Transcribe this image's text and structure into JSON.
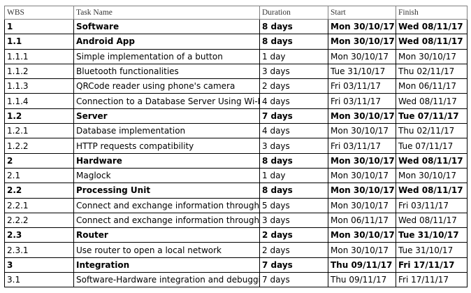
{
  "columns": {
    "wbs": "WBS",
    "task_name": "Task Name",
    "duration": "Duration",
    "start": "Start",
    "finish": "Finish"
  },
  "rows": [
    {
      "wbs": "1",
      "name": "Software",
      "duration": "8 days",
      "start": "Mon 30/10/17",
      "finish": "Wed 08/11/17",
      "summary": true
    },
    {
      "wbs": "1.1",
      "name": "Android App",
      "duration": "8 days",
      "start": "Mon 30/10/17",
      "finish": "Wed 08/11/17",
      "summary": true
    },
    {
      "wbs": "1.1.1",
      "name": "Simple implementation of a button",
      "duration": "1 day",
      "start": "Mon 30/10/17",
      "finish": "Mon 30/10/17",
      "summary": false
    },
    {
      "wbs": "1.1.2",
      "name": "Bluetooth functionalities",
      "duration": "3 days",
      "start": "Tue 31/10/17",
      "finish": "Thu 02/11/17",
      "summary": false
    },
    {
      "wbs": "1.1.3",
      "name": "QRCode reader using phone's camera",
      "duration": "2 days",
      "start": "Fri 03/11/17",
      "finish": "Mon 06/11/17",
      "summary": false
    },
    {
      "wbs": "1.1.4",
      "name": "Connection to a Database Server Using Wi-Fi",
      "duration": "4 days",
      "start": "Fri 03/11/17",
      "finish": "Wed 08/11/17",
      "summary": false
    },
    {
      "wbs": "1.2",
      "name": "Server",
      "duration": "7 days",
      "start": "Mon 30/10/17",
      "finish": "Tue 07/11/17",
      "summary": true
    },
    {
      "wbs": "1.2.1",
      "name": "Database implementation",
      "duration": "4 days",
      "start": "Mon 30/10/17",
      "finish": "Thu 02/11/17",
      "summary": false
    },
    {
      "wbs": "1.2.2",
      "name": "HTTP requests compatibility",
      "duration": "3 days",
      "start": "Fri 03/11/17",
      "finish": "Tue 07/11/17",
      "summary": false
    },
    {
      "wbs": "2",
      "name": "Hardware",
      "duration": "8 days",
      "start": "Mon 30/10/17",
      "finish": "Wed 08/11/17",
      "summary": true
    },
    {
      "wbs": "2.1",
      "name": "Maglock",
      "duration": "1 day",
      "start": "Mon 30/10/17",
      "finish": "Mon 30/10/17",
      "summary": false
    },
    {
      "wbs": "2.2",
      "name": "Processing Unit",
      "duration": "8 days",
      "start": "Mon 30/10/17",
      "finish": "Wed 08/11/17",
      "summary": true
    },
    {
      "wbs": "2.2.1",
      "name": "Connect and exchange information through Blu",
      "duration": "5 days",
      "start": "Mon 30/10/17",
      "finish": "Fri 03/11/17",
      "summary": false
    },
    {
      "wbs": "2.2.2",
      "name": "Connect and exchange information through Wi",
      "duration": "3 days",
      "start": "Mon 06/11/17",
      "finish": "Wed 08/11/17",
      "summary": false
    },
    {
      "wbs": "2.3",
      "name": "Router",
      "duration": "2 days",
      "start": "Mon 30/10/17",
      "finish": "Tue 31/10/17",
      "summary": true
    },
    {
      "wbs": "2.3.1",
      "name": "Use router to open a local network",
      "duration": "2 days",
      "start": "Mon 30/10/17",
      "finish": "Tue 31/10/17",
      "summary": false
    },
    {
      "wbs": "3",
      "name": "Integration",
      "duration": "7 days",
      "start": "Thu 09/11/17",
      "finish": "Fri 17/11/17",
      "summary": true
    },
    {
      "wbs": "3.1",
      "name": "Software-Hardware integration and debugging",
      "duration": "7 days",
      "start": "Thu 09/11/17",
      "finish": "Fri 17/11/17",
      "summary": false
    }
  ]
}
